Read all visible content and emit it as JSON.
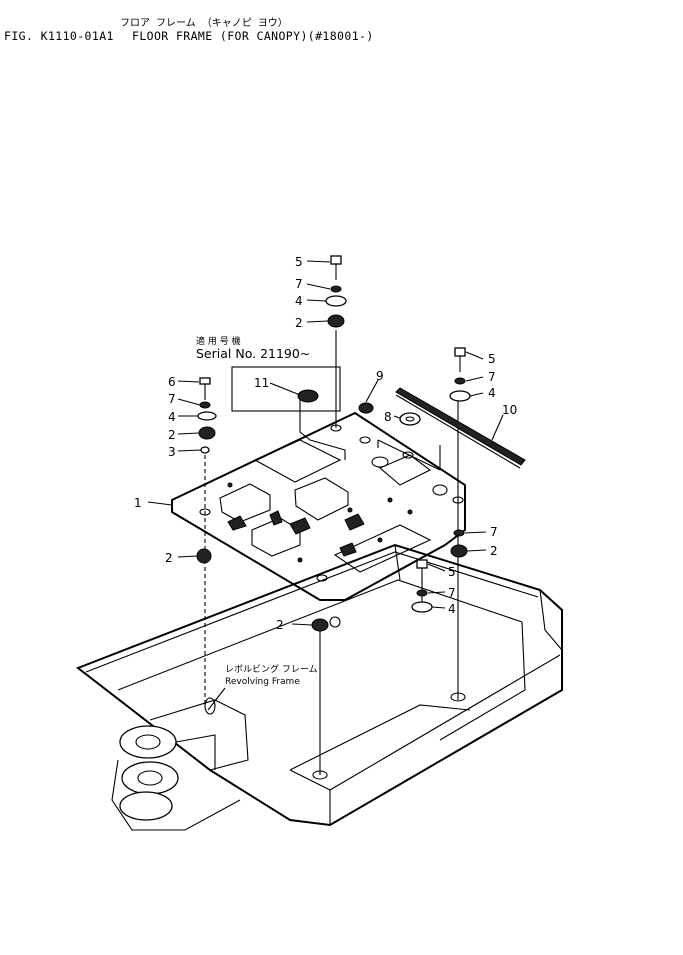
{
  "header": {
    "japanese_title": "フロア フレーム （キャノピ ヨウ）",
    "figure_number": "FIG. K1110-01A1",
    "title": "FLOOR FRAME (FOR CANOPY)(#18001-)"
  },
  "serial_note": {
    "japanese": "適 用 号 機",
    "text": "Serial No. 21190~"
  },
  "frame_label": {
    "japanese": "レボルビング フレーム",
    "english": "Revolving Frame"
  },
  "callouts": {
    "c1": "1",
    "c2a": "2",
    "c2b": "2",
    "c2c": "2",
    "c2d": "2",
    "c2e": "2",
    "c3": "3",
    "c4a": "4",
    "c4b": "4",
    "c4c": "4",
    "c5a": "5",
    "c5b": "5",
    "c5c": "5",
    "c6": "6",
    "c7a": "7",
    "c7b": "7",
    "c7c": "7",
    "c7d": "7",
    "c7e": "7",
    "c8": "8",
    "c9": "9",
    "c10": "10",
    "c11": "11"
  }
}
